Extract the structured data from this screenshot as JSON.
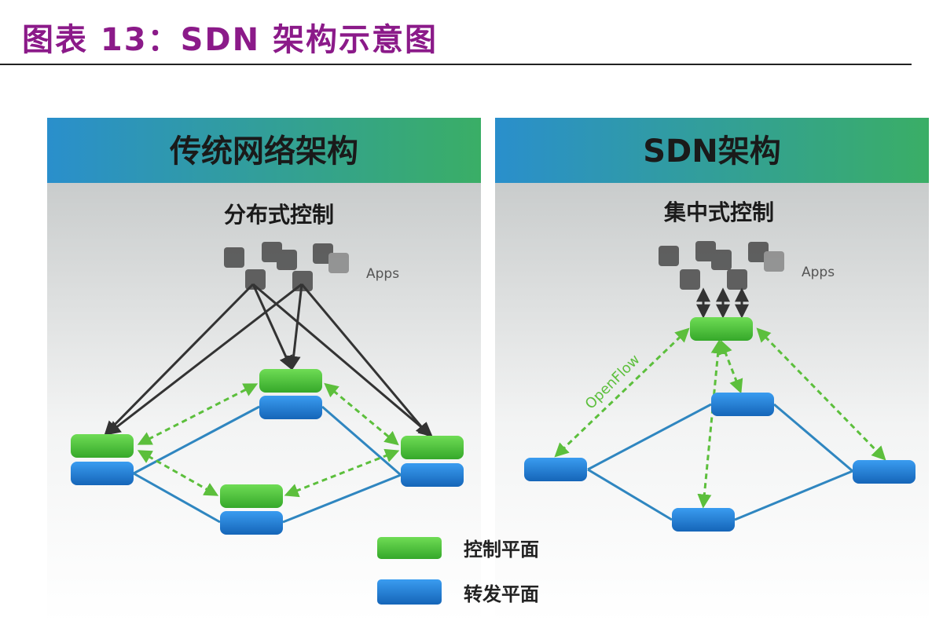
{
  "title": "图表 13：SDN 架构示意图",
  "panels": [
    {
      "header": "传统网络架构",
      "subtitle": "分布式控制",
      "apps_label": "Apps"
    },
    {
      "header": "SDN架构",
      "subtitle": "集中式控制",
      "apps_label": "Apps",
      "protocol_label": "OpenFlow"
    }
  ],
  "legend": [
    {
      "label": "控制平面",
      "color": "#4cc23a"
    },
    {
      "label": "转发平面",
      "color": "#1f7fd6"
    }
  ],
  "colors": {
    "title": "#8b1a89",
    "header_left": "#2a8fcc",
    "header_right": "#3aae66",
    "link": "#2f86c0",
    "control_link": "#5cbf3c",
    "app_arrow": "#333333"
  }
}
